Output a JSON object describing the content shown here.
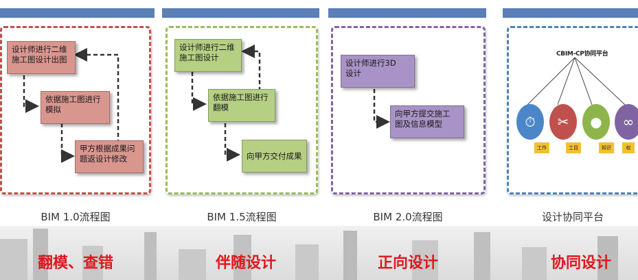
{
  "colors": {
    "top_bar": "#5b7fb6",
    "panel1_border": "#c0504d",
    "panel2_border": "#9bbb59",
    "panel3_border": "#8064a2",
    "panel4_border": "#4f81bd",
    "slogan": "#e0161e"
  },
  "panels": [
    {
      "caption": "BIM 1.0流程图",
      "slogan": "翻模、查错",
      "boxes": [
        "设计师进行二维\n施工图设计出图",
        "依据施工图进行\n模拟",
        "甲方根据成果问\n题返设计修改"
      ]
    },
    {
      "caption": "BIM 1.5流程图",
      "slogan": "伴随设计",
      "boxes": [
        "设计师进行二维\n施工图设计",
        "依据施工图进行\n翻模",
        "向甲方交付成果"
      ]
    },
    {
      "caption": "BIM 2.0流程图",
      "slogan": "正向设计",
      "boxes": [
        "设计师进行3D\n设计",
        "向甲方提交施工\n图及信息模型"
      ]
    },
    {
      "caption": "设计协同平台",
      "slogan": "协同设计",
      "platform_title": "CBIM-CP协同平台",
      "nodes": [
        {
          "icon": "stopwatch-icon",
          "tag": "工作",
          "color": "#4a86c8"
        },
        {
          "icon": "scissors-icon",
          "tag": "工目",
          "color": "#c0504d"
        },
        {
          "icon": "person-icon",
          "tag": "知识",
          "color": "#8db54b"
        },
        {
          "icon": "link-icon",
          "tag": "权",
          "color": "#8064a2"
        }
      ]
    }
  ]
}
